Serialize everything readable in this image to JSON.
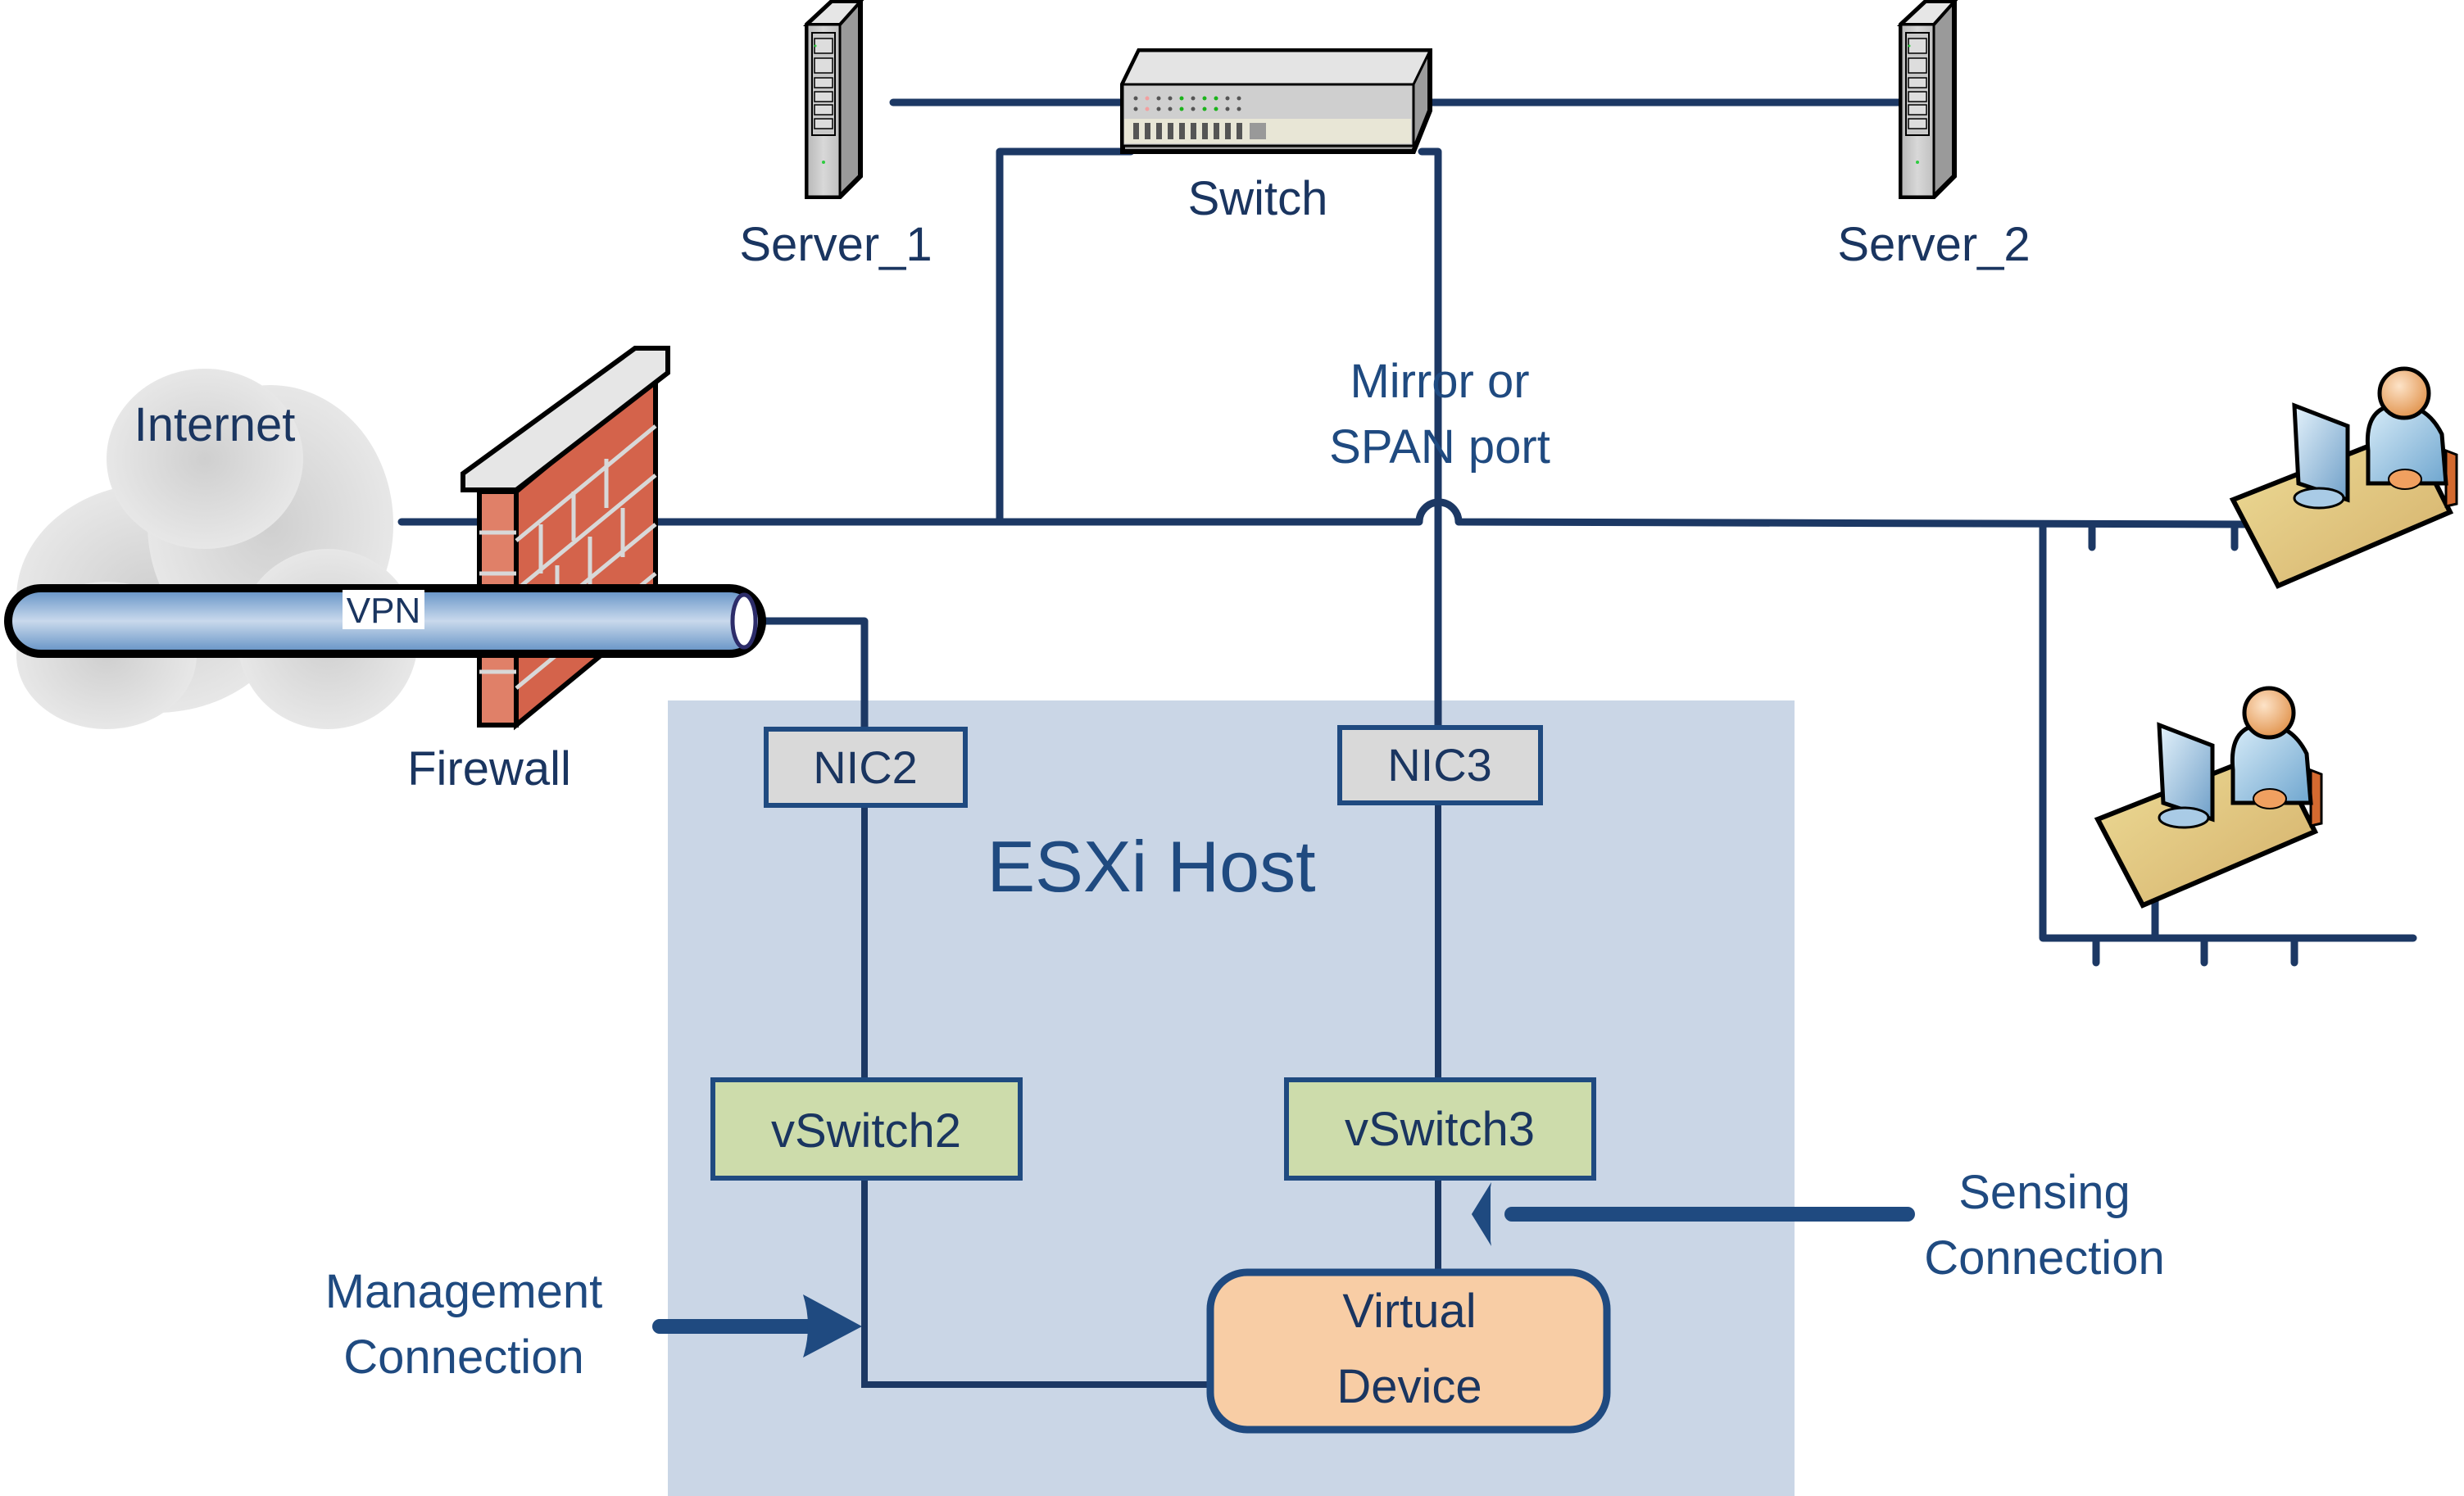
{
  "diagram": {
    "title": "ESXi virtual sensor network topology",
    "colors": {
      "wire": "#1c3864",
      "label_text": "#1f4a80",
      "esxi_host_bg": "#cad6e6",
      "nic_fill": "#d9d9d9",
      "vswitch_fill": "#cddcab",
      "virtual_device_fill": "#f8cda5",
      "arrow": "#1f4a80",
      "vpn_tube": "#8fb2d6",
      "brick": "#d4634b"
    },
    "nodes": {
      "server_1": {
        "label": "Server_1",
        "icon": "server-tower-icon"
      },
      "switch": {
        "label": "Switch",
        "icon": "network-switch-icon"
      },
      "server_2": {
        "label": "Server_2",
        "icon": "server-tower-icon"
      },
      "internet": {
        "label": "Internet",
        "icon": "cloud-icon"
      },
      "firewall": {
        "label": "Firewall",
        "icon": "brick-wall-icon"
      },
      "vpn": {
        "label": "VPN",
        "icon": "tunnel-pipe-icon"
      },
      "mirror_port": {
        "label_line1": "Mirror or",
        "label_line2": "SPAN port"
      },
      "workstation_1": {
        "icon": "user-at-computer-icon"
      },
      "workstation_2": {
        "icon": "user-at-computer-icon"
      }
    },
    "esxi_host": {
      "label": "ESXi Host",
      "nic2": "NIC2",
      "nic3": "NIC3",
      "vswitch2": "vSwitch2",
      "vswitch3": "vSwitch3",
      "virtual_device_line1": "Virtual",
      "virtual_device_line2": "Device"
    },
    "annotations": {
      "management_line1": "Management",
      "management_line2": "Connection",
      "sensing_line1": "Sensing",
      "sensing_line2": "Connection"
    }
  }
}
